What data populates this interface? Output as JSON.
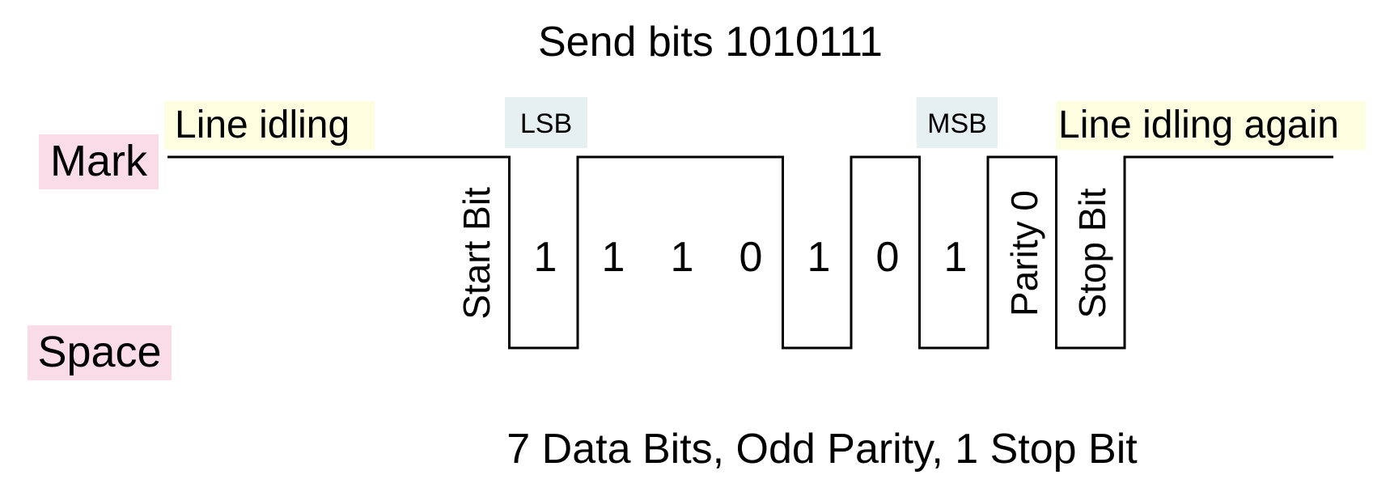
{
  "title": "Send bits 1010111",
  "levels": {
    "mark": "Mark",
    "space": "Space"
  },
  "idle": {
    "start": "Line idling",
    "end": "Line idling again"
  },
  "tags": {
    "lsb": "LSB",
    "msb": "MSB"
  },
  "frame": {
    "start_bit": "Start Bit",
    "data_bits": [
      "1",
      "1",
      "1",
      "0",
      "1",
      "0",
      "1"
    ],
    "parity": "Parity 0",
    "stop_bit": "Stop Bit"
  },
  "signal_levels": [
    1,
    0,
    1,
    1,
    1,
    0,
    1,
    0,
    1,
    0,
    1
  ],
  "footer": "7 Data Bits, Odd Parity, 1 Stop Bit",
  "colors": {
    "mark_bg": "#fadce8",
    "idle_bg": "#fdfde0",
    "tag_bg": "#e6f0f0",
    "line": "#000000"
  }
}
